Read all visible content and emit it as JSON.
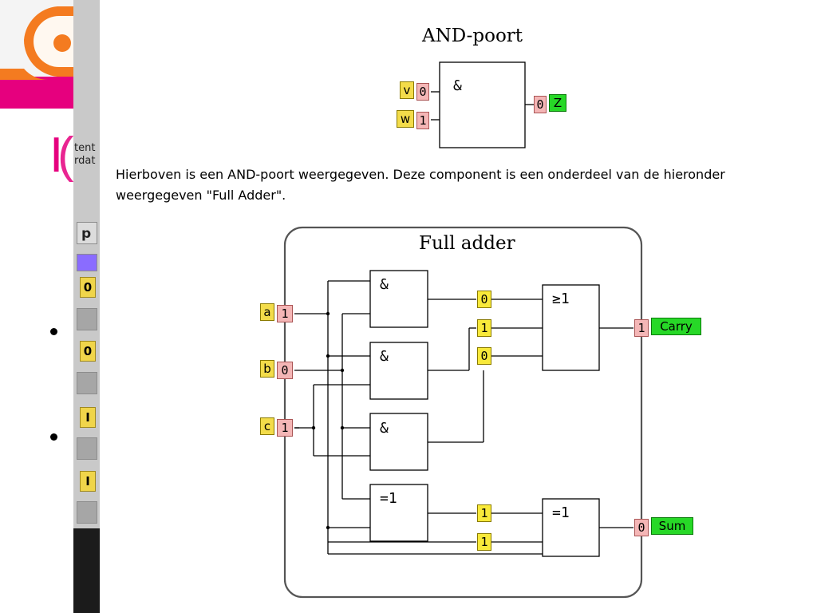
{
  "background_slide": {
    "fragment_1": "tent",
    "fragment_2": "rdat",
    "tile_letter_1": "p",
    "tile_values": [
      "0",
      "0",
      "I",
      "I"
    ]
  },
  "and_gate": {
    "title": "AND-poort",
    "symbol": "&",
    "inputs": [
      {
        "name": "v",
        "value": "0"
      },
      {
        "name": "w",
        "value": "1"
      }
    ],
    "output": {
      "name": "Z",
      "value": "0"
    }
  },
  "description": "Hierboven is een AND-poort weergegeven. Deze component is een onderdeel van de hieronder weergegeven \"Full Adder\".",
  "full_adder": {
    "title": "Full adder",
    "inputs": [
      {
        "name": "a",
        "value": "1"
      },
      {
        "name": "b",
        "value": "0"
      },
      {
        "name": "c",
        "value": "1"
      }
    ],
    "gates": {
      "and1": "&",
      "and2": "&",
      "and3": "&",
      "xor1": "=1",
      "or": "≥1",
      "xor2": "=1"
    },
    "or_inputs": [
      "0",
      "1",
      "0"
    ],
    "xor2_inputs": [
      "1",
      "1"
    ],
    "outputs": [
      {
        "name": "Carry",
        "value": "1"
      },
      {
        "name": "Sum",
        "value": "0"
      }
    ]
  }
}
